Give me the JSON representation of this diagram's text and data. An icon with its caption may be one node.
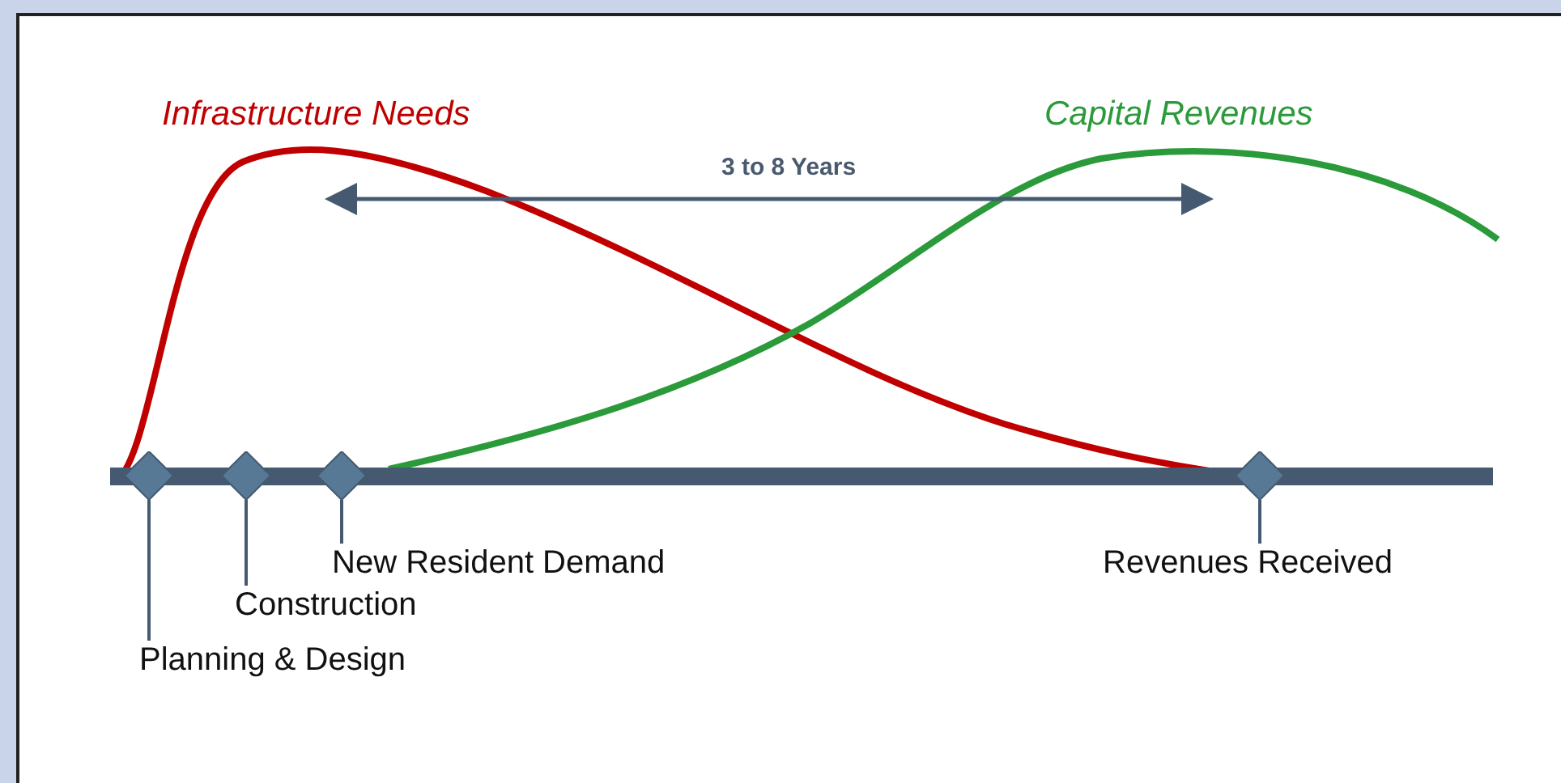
{
  "diagram": {
    "nodes": [
      {
        "text": [],
        "shape": "diamond"
      },
      {
        "text": [],
        "shape": "diamond"
      },
      {
        "text": [],
        "shape": "diamond"
      },
      {
        "text": [],
        "shape": "diamond"
      },
      {
        "text": [
          "Planning & Design"
        ]
      },
      {
        "text": [
          "Construction"
        ]
      },
      {
        "text": [
          "New Resident Demand"
        ]
      },
      {
        "text": [
          "Revenues Received"
        ]
      }
    ],
    "edges": [
      {
        "from": 4,
        "to": 0,
        "arrow": "none"
      },
      {
        "from": 5,
        "to": 1,
        "arrow": "none"
      },
      {
        "from": 6,
        "to": 2,
        "arrow": "none"
      },
      {
        "from": 7,
        "to": 3,
        "arrow": "none"
      }
    ],
    "labels": [
      "Infrastructure Needs",
      "Capital Revenues",
      "3 to 8 Years"
    ]
  }
}
